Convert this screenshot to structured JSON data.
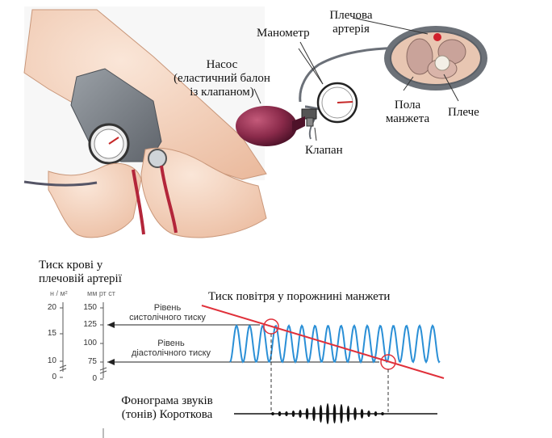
{
  "labels": {
    "pump_l1": "Насос",
    "pump_l2": "(еластичний балон",
    "pump_l3": "із клапаном)",
    "manometer": "Манометр",
    "artery_l1": "Плечова",
    "artery_l2": "артерія",
    "cuff_l1": "Пола",
    "cuff_l2": "манжета",
    "shoulder": "Плече",
    "valve": "Клапан",
    "bp_l1": "Тиск крові у",
    "bp_l2": "плечовій артерії",
    "air_pressure": "Тиск повітря у порожнині манжети",
    "systolic_l1": "Рівень",
    "systolic_l2": "систолічного тиску",
    "diastolic_l1": "Рівень",
    "diastolic_l2": "діастолічного тиску",
    "phono_l1": "Фонограма звуків",
    "phono_l2": "(тонів) Короткова"
  },
  "axes": {
    "left_unit": "н / м²",
    "left_ticks": [
      "20",
      "15",
      "10",
      "0"
    ],
    "right_unit": "мм рт ст",
    "right_ticks": [
      "150",
      "125",
      "100",
      "75",
      "0"
    ]
  },
  "colors": {
    "wave": "#2a8fd6",
    "red_line": "#e0303a",
    "cuff": "#7a7f86",
    "skin": "#f4d2bc",
    "bulb": "#8a2a4a"
  }
}
